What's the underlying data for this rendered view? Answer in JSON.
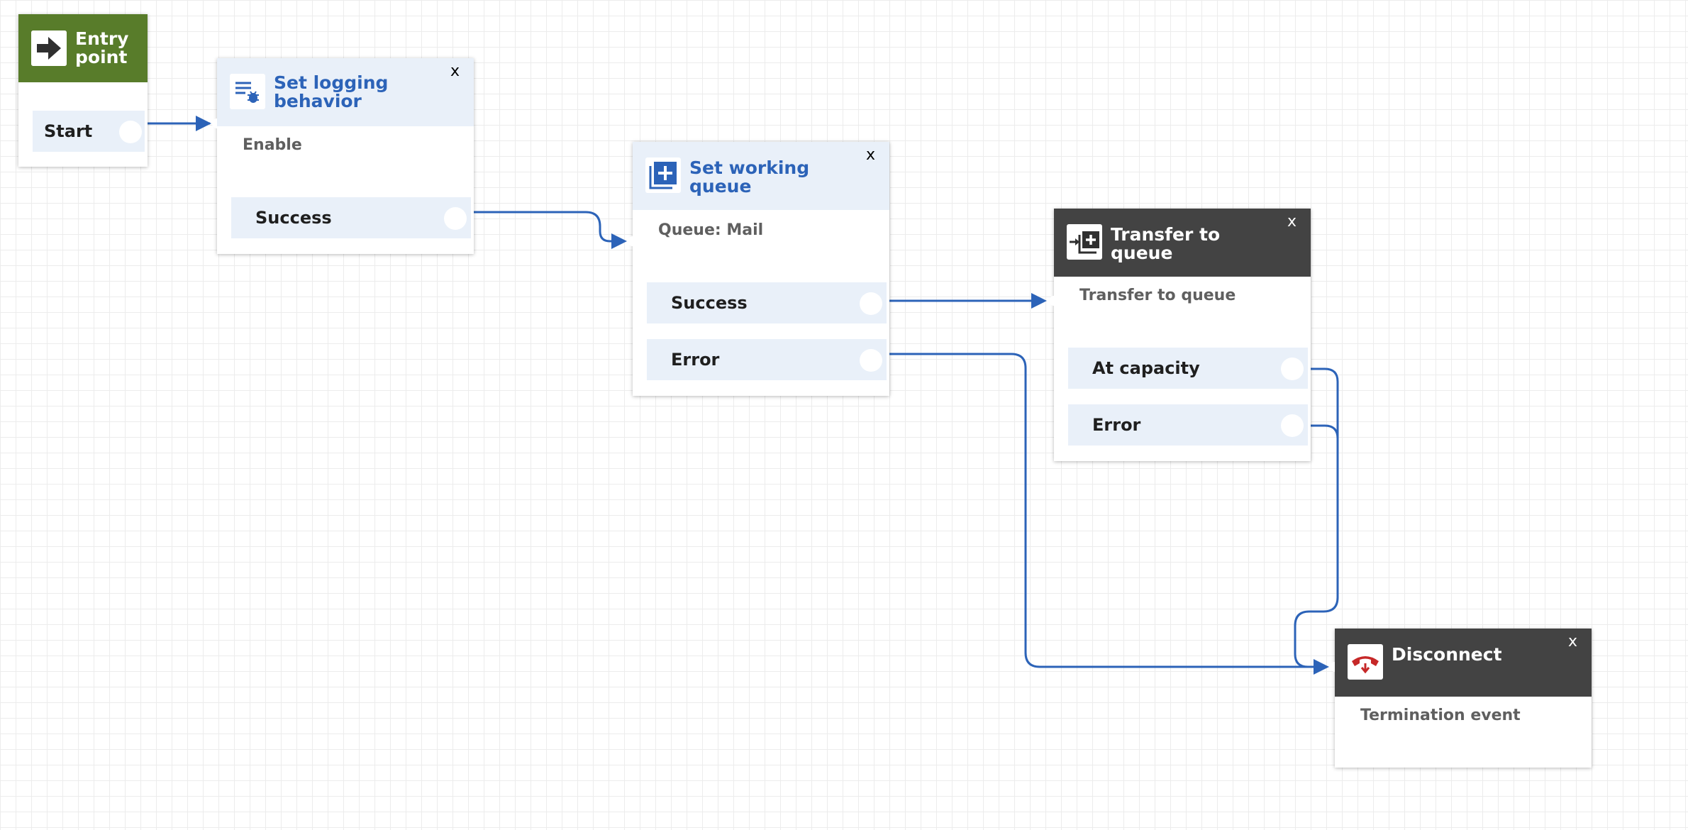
{
  "colors": {
    "canvas": "#ffffff",
    "grid": "#ececec",
    "entry_header": "#587c2a",
    "action_header_light": "#e9f0f9",
    "action_header_dark": "#434343",
    "title_blue": "#2c63b8",
    "connector": "#2c63b8",
    "disconnect_icon": "#c62828"
  },
  "entry": {
    "title": "Entry point",
    "icon": "arrow-right-icon",
    "branch_label": "Start"
  },
  "blocks": {
    "logging": {
      "title": "Set logging behavior",
      "icon": "logging-icon",
      "description": "Enable",
      "close": "x",
      "branches": {
        "success": "Success"
      }
    },
    "queue": {
      "title": "Set working queue",
      "icon": "queue-add-icon",
      "description": "Queue: Mail",
      "close": "x",
      "branches": {
        "success": "Success",
        "error": "Error"
      }
    },
    "transfer": {
      "title": "Transfer to queue",
      "icon": "transfer-queue-icon",
      "description": "Transfer to queue",
      "close": "x",
      "branches": {
        "at_capacity": "At capacity",
        "error": "Error"
      }
    },
    "disconnect": {
      "title": "Disconnect",
      "icon": "hang-up-phone-icon",
      "description": "Termination event",
      "close": "x"
    }
  },
  "connections": [
    {
      "from": "Entry point / Start",
      "to": "Set logging behavior"
    },
    {
      "from": "Set logging behavior / Success",
      "to": "Set working queue"
    },
    {
      "from": "Set working queue / Success",
      "to": "Transfer to queue"
    },
    {
      "from": "Set working queue / Error",
      "to": "Disconnect"
    },
    {
      "from": "Transfer to queue / At capacity",
      "to": "Disconnect"
    },
    {
      "from": "Transfer to queue / Error",
      "to": "Disconnect"
    }
  ]
}
